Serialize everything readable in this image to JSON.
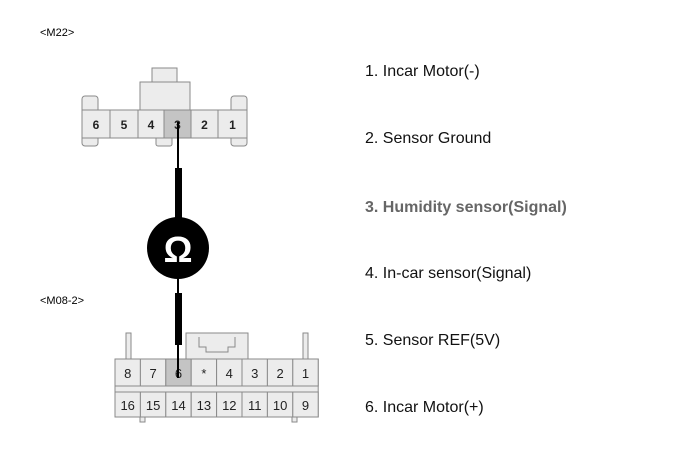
{
  "connectors": {
    "top": {
      "label": "<M22>",
      "pins": [
        "6",
        "5",
        "4",
        "3",
        "2",
        "1"
      ],
      "highlighted_pin": "3"
    },
    "bottom": {
      "label": "<M08-2>",
      "row1": [
        "8",
        "7",
        "6",
        "*",
        "4",
        "3",
        "2",
        "1"
      ],
      "row2": [
        "16",
        "15",
        "14",
        "13",
        "12",
        "11",
        "10",
        "9"
      ],
      "highlighted_pin": "6"
    }
  },
  "meter": {
    "symbol": "Ω",
    "icon": "ohmmeter-icon"
  },
  "legend": [
    {
      "text": "1. Incar Motor(-)",
      "highlight": false
    },
    {
      "text": "2. Sensor Ground",
      "highlight": false
    },
    {
      "text": "3. Humidity sensor(Signal)",
      "highlight": true
    },
    {
      "text": "4. In-car sensor(Signal)",
      "highlight": false
    },
    {
      "text": "5. Sensor REF(5V)",
      "highlight": false
    },
    {
      "text": "6. Incar Motor(+)",
      "highlight": false
    }
  ],
  "colors": {
    "cell_fill": "#ececec",
    "cell_highlight": "#c4c4c4",
    "outline": "#8a8a8a",
    "wire": "#000000",
    "legend_highlight": "#666666"
  }
}
